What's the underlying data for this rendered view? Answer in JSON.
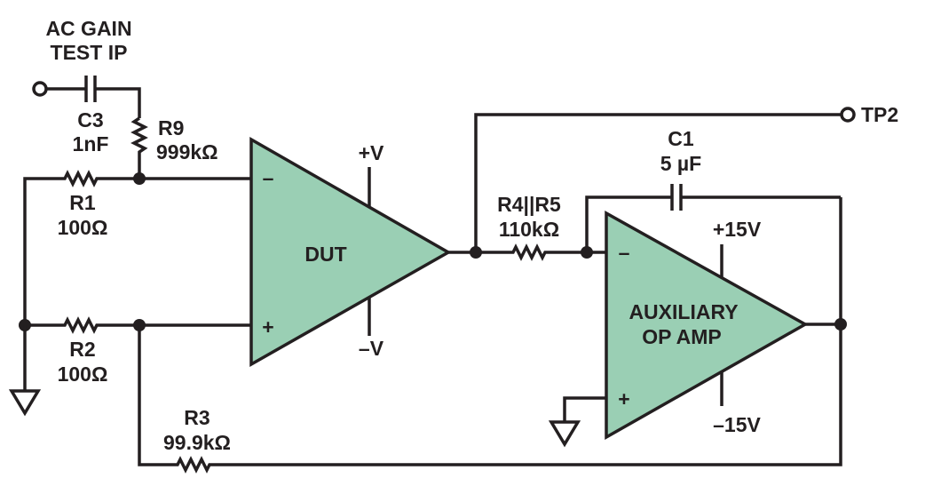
{
  "input": {
    "title_line1": "AC GAIN",
    "title_line2": "TEST IP"
  },
  "c3": {
    "name": "C3",
    "value": "1nF"
  },
  "r9": {
    "name": "R9",
    "value": "999kΩ"
  },
  "r1": {
    "name": "R1",
    "value": "100Ω"
  },
  "r2": {
    "name": "R2",
    "value": "100Ω"
  },
  "r3": {
    "name": "R3",
    "value": "99.9kΩ"
  },
  "r45": {
    "name": "R4||R5",
    "value": "110kΩ"
  },
  "c1": {
    "name": "C1",
    "value": "5 µF"
  },
  "dut": {
    "label": "DUT",
    "minus": "–",
    "plus": "+",
    "vpos": "+V",
    "vneg": "–V"
  },
  "aux": {
    "line1": "AUXILIARY",
    "line2": "OP AMP",
    "minus": "–",
    "plus": "+",
    "vpos": "+15V",
    "vneg": "–15V"
  },
  "tp2": {
    "label": "TP2"
  },
  "colors": {
    "amp_fill": "#9acfb4",
    "wire": "#231f20"
  }
}
